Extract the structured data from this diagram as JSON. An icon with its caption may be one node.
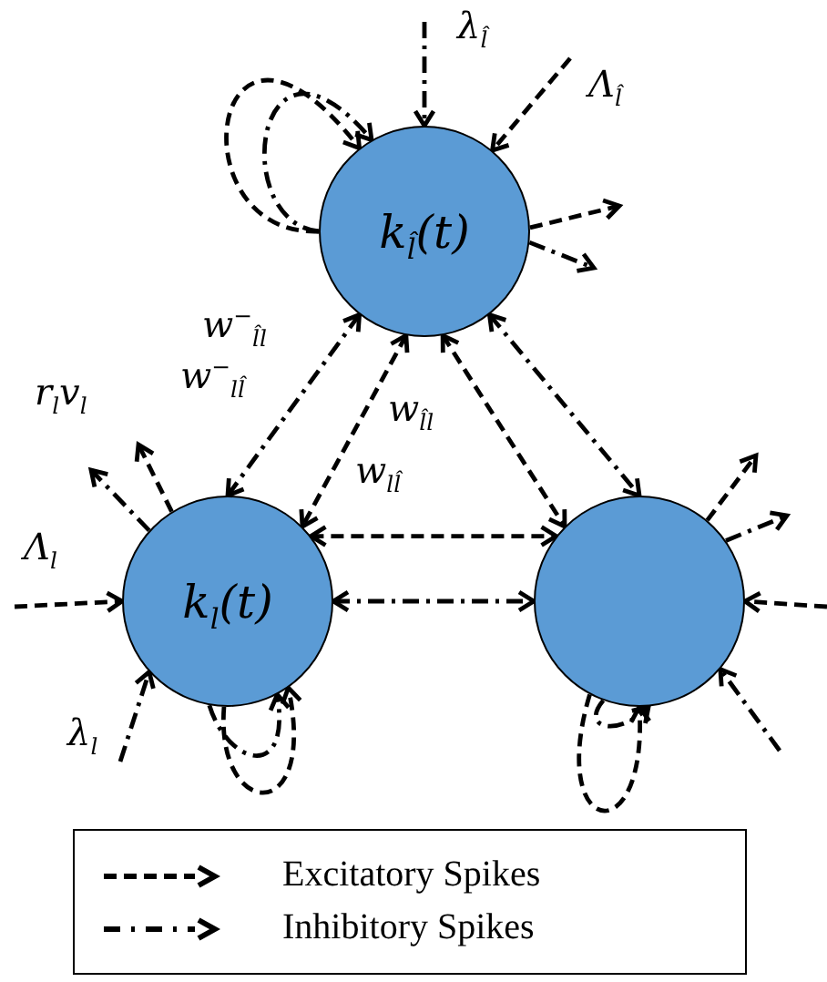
{
  "diagram": {
    "nodes": [
      {
        "text": [
          "k$_{l̂}$(t)"
        ]
      },
      {
        "text": [
          "k$_{l}$(t)"
        ]
      },
      {
        "text": [],
        "shape": "circle"
      }
    ],
    "edges": [
      {
        "from": 0,
        "to": 0,
        "arrow": "to",
        "style": "dashed"
      },
      {
        "from": 0,
        "to": 0,
        "arrow": "to"
      },
      {
        "from": null,
        "to": 0,
        "arrow": "to",
        "label": "λ$_{l̂}$"
      },
      {
        "from": null,
        "to": 0,
        "arrow": "to",
        "style": "dashed",
        "label": "Λ$_{l̂}$"
      },
      {
        "from": 0,
        "to": null,
        "arrow": "to",
        "style": "dashed"
      },
      {
        "from": 0,
        "to": null,
        "arrow": "to"
      },
      {
        "from": 0,
        "to": 1,
        "arrow": "both",
        "style": "dashed"
      },
      {
        "from": 0,
        "to": 2,
        "arrow": "both",
        "style": "dashed"
      },
      {
        "from": 1,
        "to": 2,
        "arrow": "both",
        "style": "dashed"
      },
      {
        "from": 1,
        "to": 2,
        "arrow": "both"
      },
      {
        "from": 0,
        "to": 1,
        "arrow": "both"
      },
      {
        "from": 0,
        "to": 2,
        "arrow": "both"
      },
      {
        "from": 1,
        "to": null,
        "arrow": "to",
        "style": "dashed",
        "label": "r$_{l}$v$_{l}$"
      },
      {
        "from": 1,
        "to": null,
        "arrow": "to"
      },
      {
        "from": null,
        "to": 1,
        "arrow": "to",
        "style": "dashed",
        "label": "Λ$_{l}$"
      },
      {
        "from": null,
        "to": 1,
        "arrow": "to",
        "label": "λ$_{l}$"
      },
      {
        "from": 1,
        "to": 1,
        "arrow": "to",
        "style": "dashed"
      },
      {
        "from": 1,
        "to": 1,
        "arrow": "to"
      },
      {
        "from": 2,
        "to": null,
        "arrow": "to",
        "style": "dashed"
      },
      {
        "from": 2,
        "to": null,
        "arrow": "to"
      },
      {
        "from": null,
        "to": 2,
        "arrow": "to",
        "style": "dashed"
      },
      {
        "from": null,
        "to": 2,
        "arrow": "to"
      },
      {
        "from": 2,
        "to": 2,
        "arrow": "to",
        "style": "dashed"
      },
      {
        "from": 2,
        "to": 2,
        "arrow": "to"
      }
    ],
    "labels": [
      "w$^{−}$$_{l̂l}$",
      "w$^{−}$$_{ll̂}$",
      "w$_{l̂l}$",
      "w$_{ll̂}$"
    ],
    "legend": [
      {
        "text": "Excitatory Spikes"
      },
      {
        "text": "Inhibitory Spikes"
      }
    ]
  }
}
